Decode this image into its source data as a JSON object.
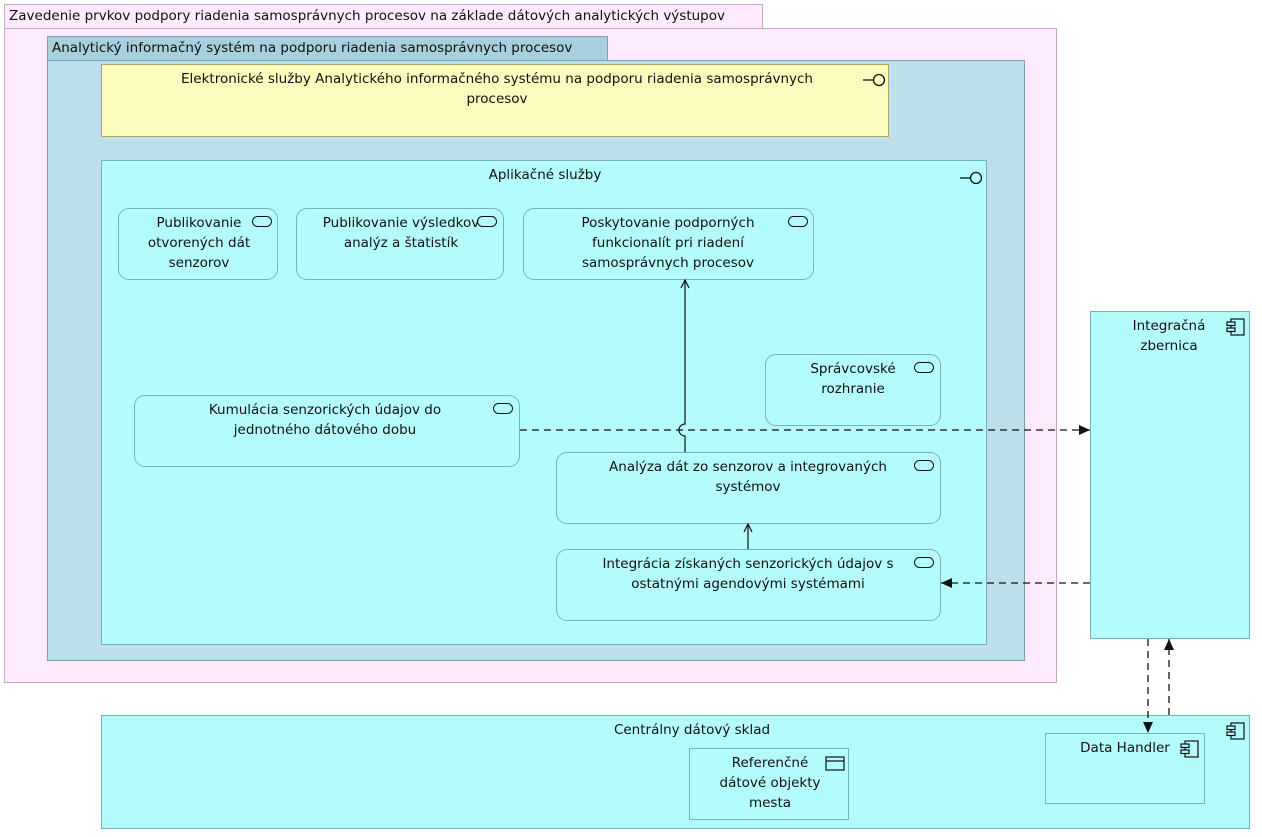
{
  "outer_group": {
    "label": "Zavedenie prvkov podpory riadenia samosprávnych procesov na základe dátových analytických výstupov"
  },
  "system": {
    "label": "Analytický informačný systém na podporu riadenia samosprávnych procesov"
  },
  "electronic_services": {
    "label": "Elektronické služby Analytického informačného systému na podporu riadenia samosprávnych procesov"
  },
  "app_services": {
    "label": "Aplikačné služby"
  },
  "services": {
    "open_data": "Publikovanie otvorených dát senzorov",
    "analysis_results": "Publikovanie výsledkov analýz a štatistík",
    "support_functions": "Poskytovanie podporných funkcionalít pri riadení samosprávnych procesov",
    "admin_interface": "Správcovské rozhranie",
    "accumulation": "Kumulácia senzorických údajov do jednotného dátového dobu",
    "analysis": "Analýza dát zo senzorov a integrovaných systémov",
    "integration": "Integrácia získaných senzorických údajov s ostatnými agendovými systémami"
  },
  "integration_bus": {
    "label": "Integračná zbernica"
  },
  "data_warehouse": {
    "label": "Centrálny dátový sklad"
  },
  "reference_objects": {
    "label": "Referenčné dátové objekty mesta"
  },
  "data_handler": {
    "label": "Data Handler"
  }
}
